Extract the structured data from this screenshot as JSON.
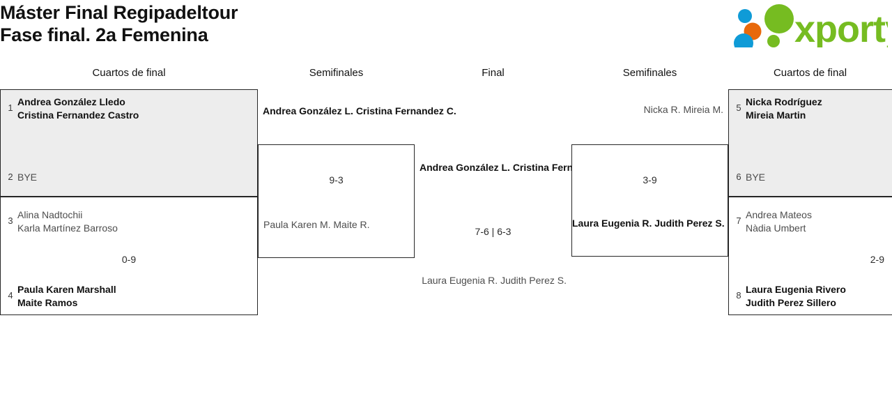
{
  "header": {
    "title_line1": "Máster Final Regipadeltour",
    "title_line2": "Fase final. 2a Femenina",
    "logo_text": "xporty",
    "logo_colors": {
      "green": "#76bc21",
      "orange": "#e8690b",
      "blue": "#0f9bd7"
    }
  },
  "columns": [
    {
      "label": "Cuartos de final"
    },
    {
      "label": "Semifinales"
    },
    {
      "label": "Final"
    },
    {
      "label": "Semifinales"
    },
    {
      "label": "Cuartos de final"
    }
  ],
  "bracket": {
    "left": {
      "quarterfinals": [
        {
          "score": "",
          "slots": [
            {
              "seed": "1",
              "line1": "Andrea González Lledo",
              "line2": "Cristina Fernandez Castro",
              "result": "win"
            },
            {
              "seed": "2",
              "line1": "BYE",
              "line2": "",
              "result": "bye"
            }
          ]
        },
        {
          "score": "0-9",
          "slots": [
            {
              "seed": "3",
              "line1": "Alina Nadtochii",
              "line2": "Karla Martínez Barroso",
              "result": "lose"
            },
            {
              "seed": "4",
              "line1": "Paula Karen Marshall",
              "line2": "Maite Ramos",
              "result": "win"
            }
          ]
        }
      ],
      "semifinal": {
        "score": "9-3",
        "top": {
          "line1": "Andrea González L.",
          "line2": "Cristina Fernandez C.",
          "result": "win"
        },
        "bottom": {
          "line1": "Paula Karen M.",
          "line2": "Maite R.",
          "result": "lose"
        }
      }
    },
    "final": {
      "score": "7-6 | 6-3",
      "top": {
        "line1": "Andrea González L.",
        "line2": "Cristina Fernandez C.",
        "result": "win"
      },
      "bottom": {
        "line1": "Laura Eugenia R.",
        "line2": "Judith Perez S.",
        "result": "lose"
      }
    },
    "right": {
      "semifinal": {
        "score": "3-9",
        "top": {
          "line1": "Nicka R.",
          "line2": "Mireia M.",
          "result": "lose"
        },
        "bottom": {
          "line1": "Laura Eugenia R.",
          "line2": "Judith Perez S.",
          "result": "win"
        }
      },
      "quarterfinals": [
        {
          "score": "",
          "slots": [
            {
              "seed": "5",
              "line1": "Nicka Rodríguez",
              "line2": "Mireia Martin",
              "result": "win"
            },
            {
              "seed": "6",
              "line1": "BYE",
              "line2": "",
              "result": "bye"
            }
          ]
        },
        {
          "score": "2-9",
          "slots": [
            {
              "seed": "7",
              "line1": "Andrea Mateos",
              "line2": "Nàdia Umbert",
              "result": "lose"
            },
            {
              "seed": "8",
              "line1": "Laura Eugenia Rivero",
              "line2": "Judith Perez Sillero",
              "result": "win"
            }
          ]
        }
      ]
    }
  }
}
